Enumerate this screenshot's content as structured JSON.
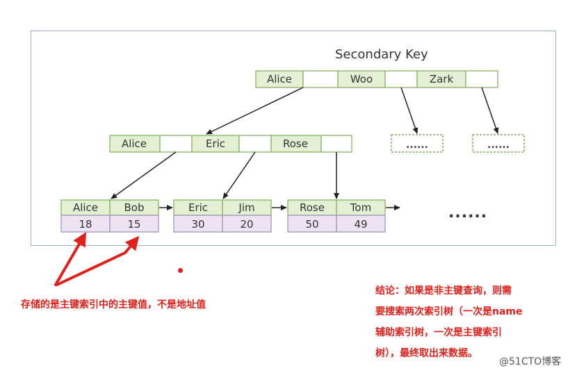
{
  "diagram": {
    "title": "Secondary Key",
    "root": [
      "Alice",
      "",
      "Woo",
      "",
      "Zark",
      ""
    ],
    "middle": [
      "Alice",
      "",
      "Eric",
      "",
      "Rose",
      ""
    ],
    "leaves": [
      {
        "keys": [
          "Alice",
          "Bob"
        ],
        "values": [
          "18",
          "15"
        ]
      },
      {
        "keys": [
          "Eric",
          "Jim"
        ],
        "values": [
          "30",
          "20"
        ]
      },
      {
        "keys": [
          "Rose",
          "Tom"
        ],
        "values": [
          "50",
          "49"
        ]
      }
    ],
    "placeholder_label": "......",
    "ellipsis": "......"
  },
  "annotations": {
    "left_note": "存储的是主键索引中的主键值，不是地址值",
    "right_note_lines": [
      "结论：如果是非主键查询，则需",
      "要搜索两次索引树（一次是name",
      "辅助索引树，一次是主键索引",
      "树），最终取出来数据。"
    ]
  },
  "watermark": "@51CTO博客",
  "colors": {
    "key_fill": "#e4f0d4",
    "key_border": "#7fae5a",
    "value_fill": "#ece4f2",
    "value_border": "#a58ab8",
    "arrow": "#222222",
    "annotation": "#e0201a"
  }
}
